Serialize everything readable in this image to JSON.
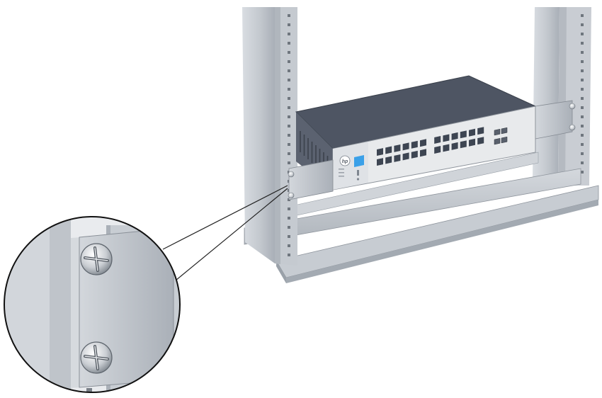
{
  "illustration": {
    "brand_logo_text": "hp",
    "port_rows": 2,
    "ports_per_row": 12,
    "sfp_ports": 4,
    "colors": {
      "rack_post": "#c6cbd1",
      "rack_post_shadow": "#9ea5ad",
      "switch_top": "#4e5563",
      "switch_front": "#e8eaec",
      "port": "#3d4552",
      "bracket": "#b9bec5",
      "display": "#3aa0e8"
    },
    "icons": [
      "rack-post-icon",
      "network-switch-icon",
      "mounting-bracket-icon",
      "screw-icon",
      "zoom-callout-icon"
    ]
  }
}
